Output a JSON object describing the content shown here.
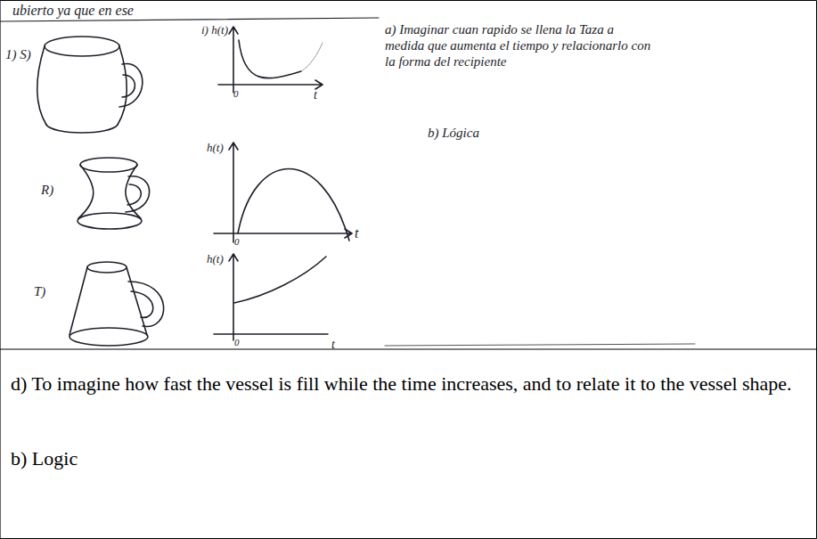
{
  "diagram": {
    "labels": [
      "ubierto ya que en ese",
      "1) S)",
      "i) h(t)",
      "0",
      "t",
      "R)",
      "h(t)",
      "0",
      "t",
      "T)",
      "h(t)",
      "0",
      "t",
      "a) Imaginar cuan rapido se llena la Taza a medida que aumenta el tiempo y relacionarlo con la forma del recipiente",
      "b) Lógica",
      "d) To imagine how fast the vessel is fill while the time increases, and to relate it to the vessel shape.",
      "b) Logic"
    ]
  }
}
